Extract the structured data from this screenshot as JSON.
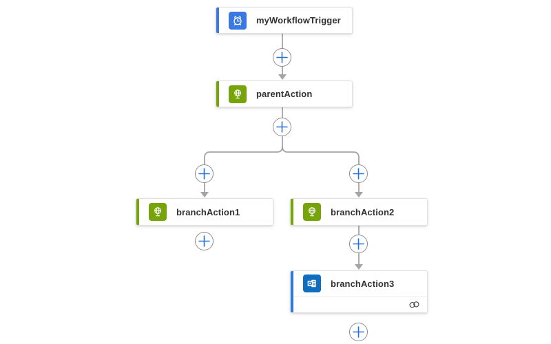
{
  "designer": {
    "name": "logic-app-workflow-designer",
    "nodes": {
      "trigger": {
        "label": "myWorkflowTrigger",
        "icon": "recurrence-clock-icon",
        "accent_color": "#3b78e0",
        "icon_bg_color": "#3b78e0"
      },
      "parent_action": {
        "label": "parentAction",
        "icon": "http-globe-icon",
        "accent_color": "#77a30b",
        "icon_bg_color": "#77a30b"
      },
      "branch_action_1": {
        "label": "branchAction1",
        "icon": "http-globe-icon",
        "accent_color": "#77a30b",
        "icon_bg_color": "#77a30b"
      },
      "branch_action_2": {
        "label": "branchAction2",
        "icon": "http-globe-icon",
        "accent_color": "#77a30b",
        "icon_bg_color": "#77a30b"
      },
      "branch_action_3": {
        "label": "branchAction3",
        "icon": "outlook-mail-icon",
        "accent_color": "#2e7cd6",
        "icon_bg_color": "#106ebe",
        "footer_icon": "connection-link-icon"
      }
    },
    "add_step_button": {
      "symbol": "+",
      "plus_color": "#2a6fd6",
      "border_color": "#908e8c",
      "count": 7
    },
    "connector": {
      "color": "#a6a4a2"
    }
  }
}
